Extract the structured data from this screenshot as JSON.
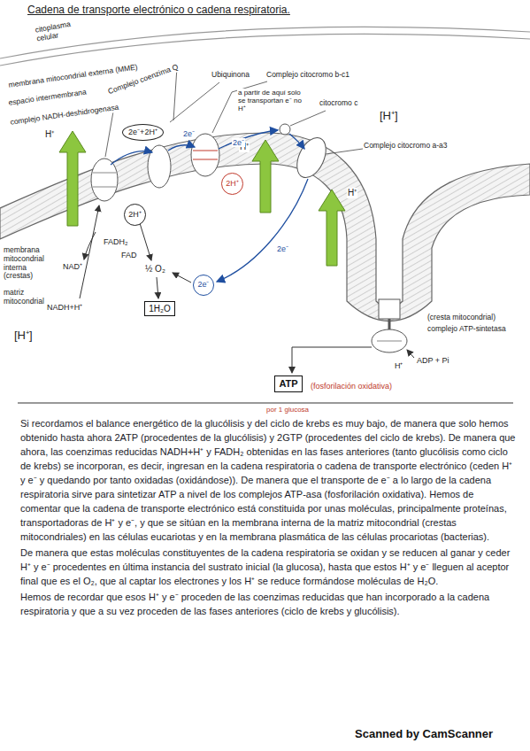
{
  "diagram": {
    "title": "Cadena de transporte electrónico o cadena respiratoria.",
    "nodes": [
      {
        "text": [
          "2e⁻+2H⁺"
        ]
      },
      {
        "text": [
          "2H⁺"
        ]
      },
      {
        "text": [
          "2H⁺"
        ]
      },
      {
        "text": [
          "2e⁻"
        ]
      },
      {
        "text": [
          "1H₂O"
        ]
      },
      {
        "text": [
          "ATP"
        ]
      }
    ],
    "labels": [
      "citoplasma celular",
      "membrana mitocondrial externa (MME)",
      "espacio intermembrana",
      "complejo NADH-deshidrogenasa",
      "Complejo coenzima Q",
      "Ubiquinona",
      "Complejo citocromo b-c1",
      "a partir de aquí solo se transportan e⁻ no H⁺",
      "citocromo c",
      "[H⁺]",
      "Complejo citocromo a-a3",
      "H⁺",
      "H⁺",
      "H⁺",
      "2e⁻",
      "2e⁻",
      "2e⁻",
      "membrana mitocondrial interna (crestas)",
      "matriz mitocondrial",
      "[H⁺]",
      "FADH₂",
      "FAD",
      "NAD⁺",
      "NADH+H⁺",
      "½ O₂",
      "(cresta mitocondrial)",
      "complejo ATP-sintetasa",
      "ADP + Pi",
      "H⁺",
      "(fosforilación oxidativa)",
      "por 1 glucosa",
      "Si recordamos el balance energético de la glucólisis y del ciclo de krebs es muy bajo, de manera que solo hemos obtenido hasta ahora 2ATP (procedentes de la glucólisis) y 2GTP (procedentes del ciclo de krebs). De manera que ahora, las coenzimas reducidas NADH+H⁺ y FADH₂ obtenidas en las fases anteriores (tanto glucólisis como ciclo de krebs) se incorporan, es decir, ingresan en la cadena respiratoria o cadena de transporte electrónico (ceden H⁺ y e⁻ y quedando por tanto oxidadas (oxidándose)). De manera que el transporte de e⁻ a lo largo de la cadena respiratoria sirve para sintetizar ATP a nivel de los complejos ATP-asa (fosforilación oxidativa). Hemos de comentar que la cadena de transporte electrónico está constituida por unas moléculas, principalmente proteínas, transportadoras de H⁺ y e⁻, y que se sitúan en la membrana interna de la matriz mitocondrial (crestas mitocondriales) en las células eucariotas y en la membrana plasmática de las células procariotas (bacterias).",
      "De manera que estas moléculas constituyentes de la cadena respiratoria se oxidan y se reducen al ganar y ceder H⁺ y e⁻ procedentes en última instancia del sustrato inicial (la glucosa), hasta que estos H⁺ y e⁻ lleguen al aceptor final que es el O₂, que al captar los electrones y los H⁺ se reduce formándose moléculas de H₂O.",
      "Hemos de recordar que esos H⁺ y e⁻ proceden de las coenzimas reducidas que han incorporado a la cadena respiratoria y que a su vez proceden de las fases anteriores (ciclo de krebs y glucólisis).",
      "Scanned by CamScanner"
    ]
  }
}
